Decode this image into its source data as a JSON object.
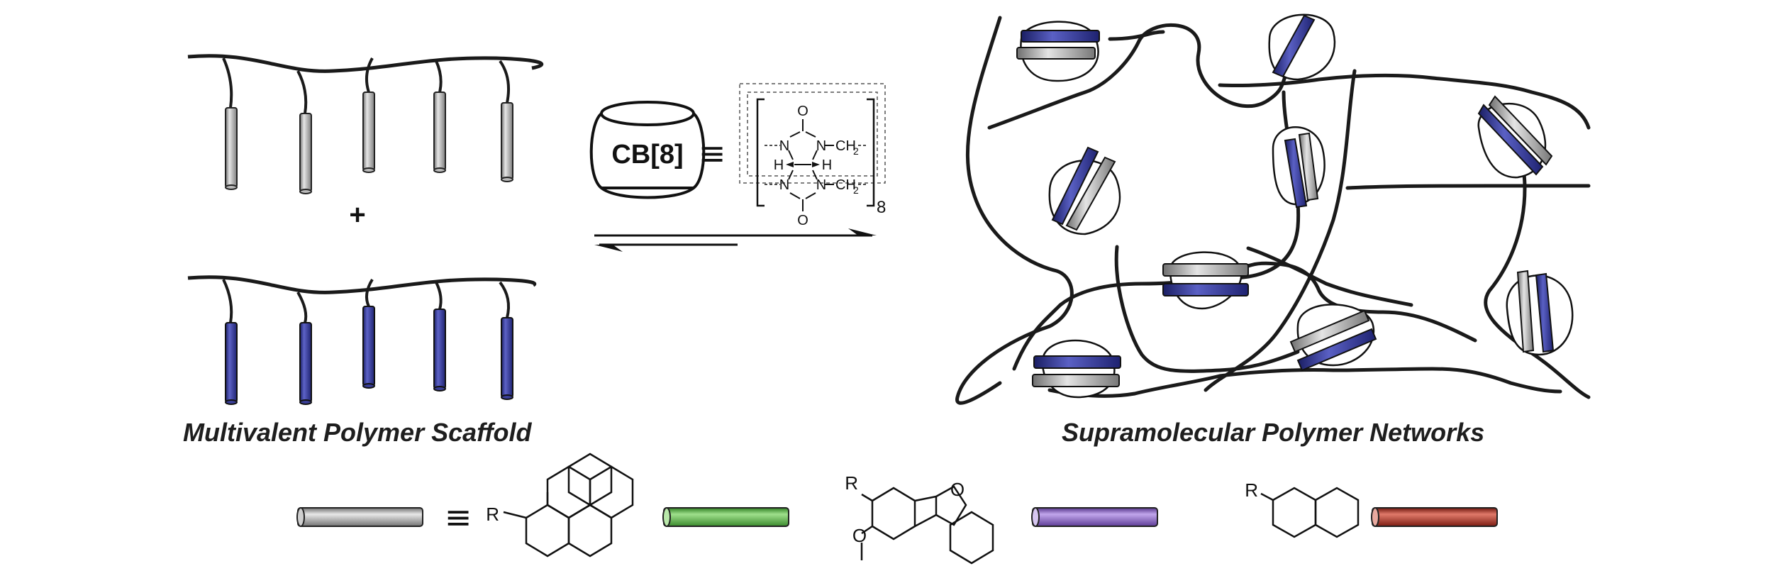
{
  "captions": {
    "left": "Multivalent Polymer Scaffold",
    "right": "Supramolecular Polymer Networks"
  },
  "symbols": {
    "plus": "+",
    "equiv": "≡",
    "equiv_legend": "≡"
  },
  "cb8": {
    "label": "CB[8]",
    "subscript": "8",
    "atoms": {
      "O": "O",
      "N": "N",
      "H": "H",
      "CH2": "CH",
      "CH2_sub": "2"
    }
  },
  "legend": {
    "R_label": "R",
    "colors": {
      "pyrene": "#3fa82f",
      "dibenzofuran": "#7a4fb6",
      "naphthalene": "#a2281c"
    }
  },
  "colors": {
    "grey_rod": "#9a9a9a",
    "blue_rod": "#2a2f88",
    "line": "#1a1a1a"
  }
}
